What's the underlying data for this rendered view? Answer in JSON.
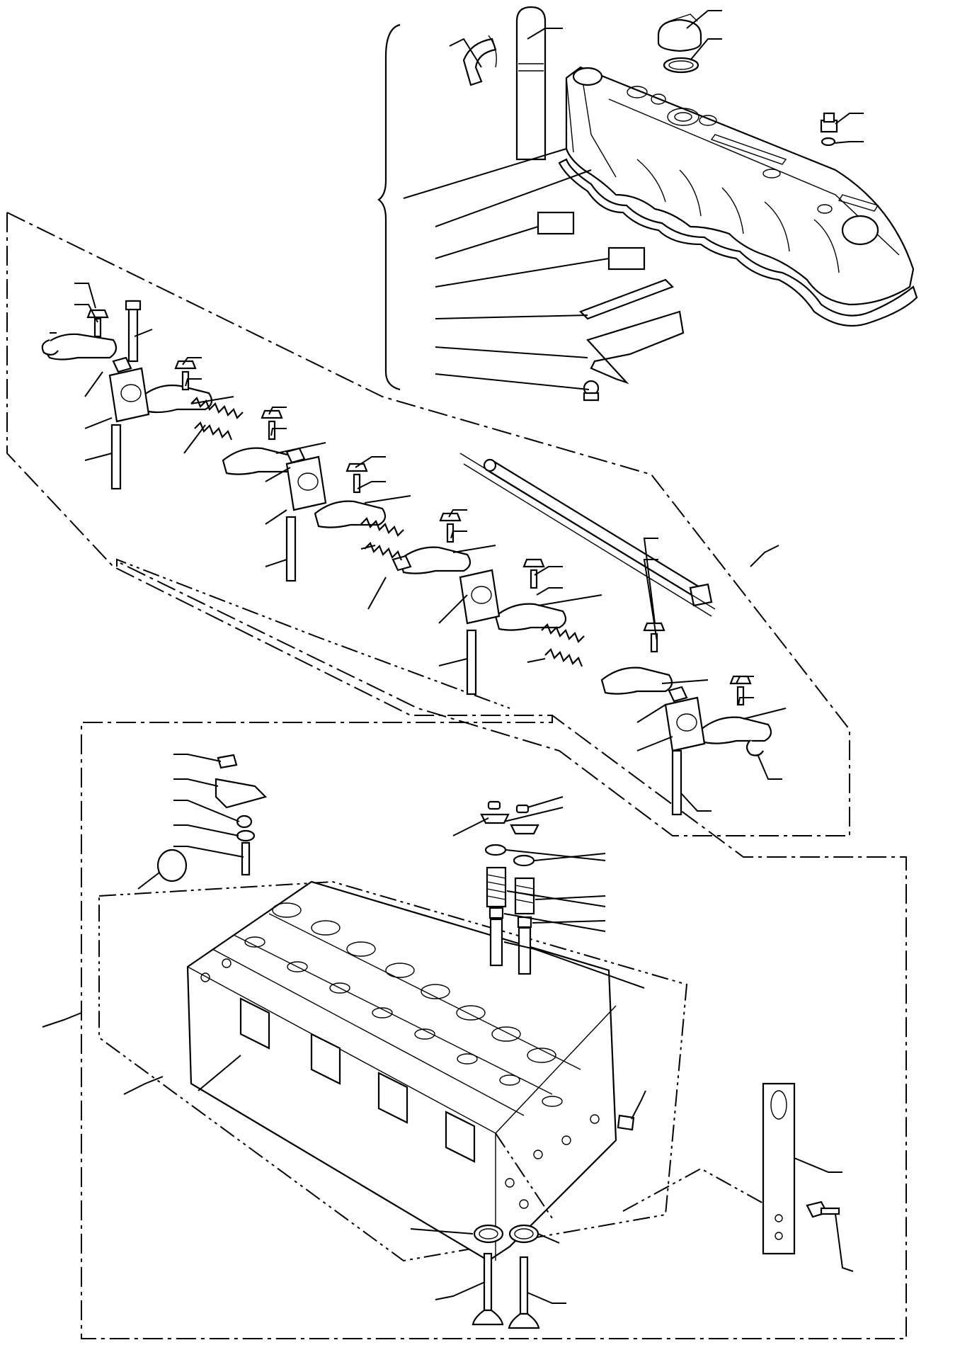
{
  "figure": {
    "kind": "exploded parts illustration",
    "text_labels": [],
    "colors": {
      "ink": "#000000",
      "paper": "#ffffff"
    },
    "parts": [
      "valve-cover",
      "oil-filler-cap",
      "cap-o-ring",
      "breather-hose",
      "cover-bolt",
      "cover-washer",
      "cover-gasket",
      "rocker-shaft",
      "rocker-arm",
      "rocker-bracket",
      "rocker-spring",
      "adjusting-screw",
      "lock-nut",
      "stud-bolt",
      "cylinder-head",
      "head-plug",
      "valve-spring",
      "spring-retainer",
      "valve-cotter",
      "stem-seal",
      "valve-guide",
      "valve-seat",
      "intake-valve",
      "exhaust-valve",
      "lifting-hook",
      "hook-bolt"
    ]
  }
}
